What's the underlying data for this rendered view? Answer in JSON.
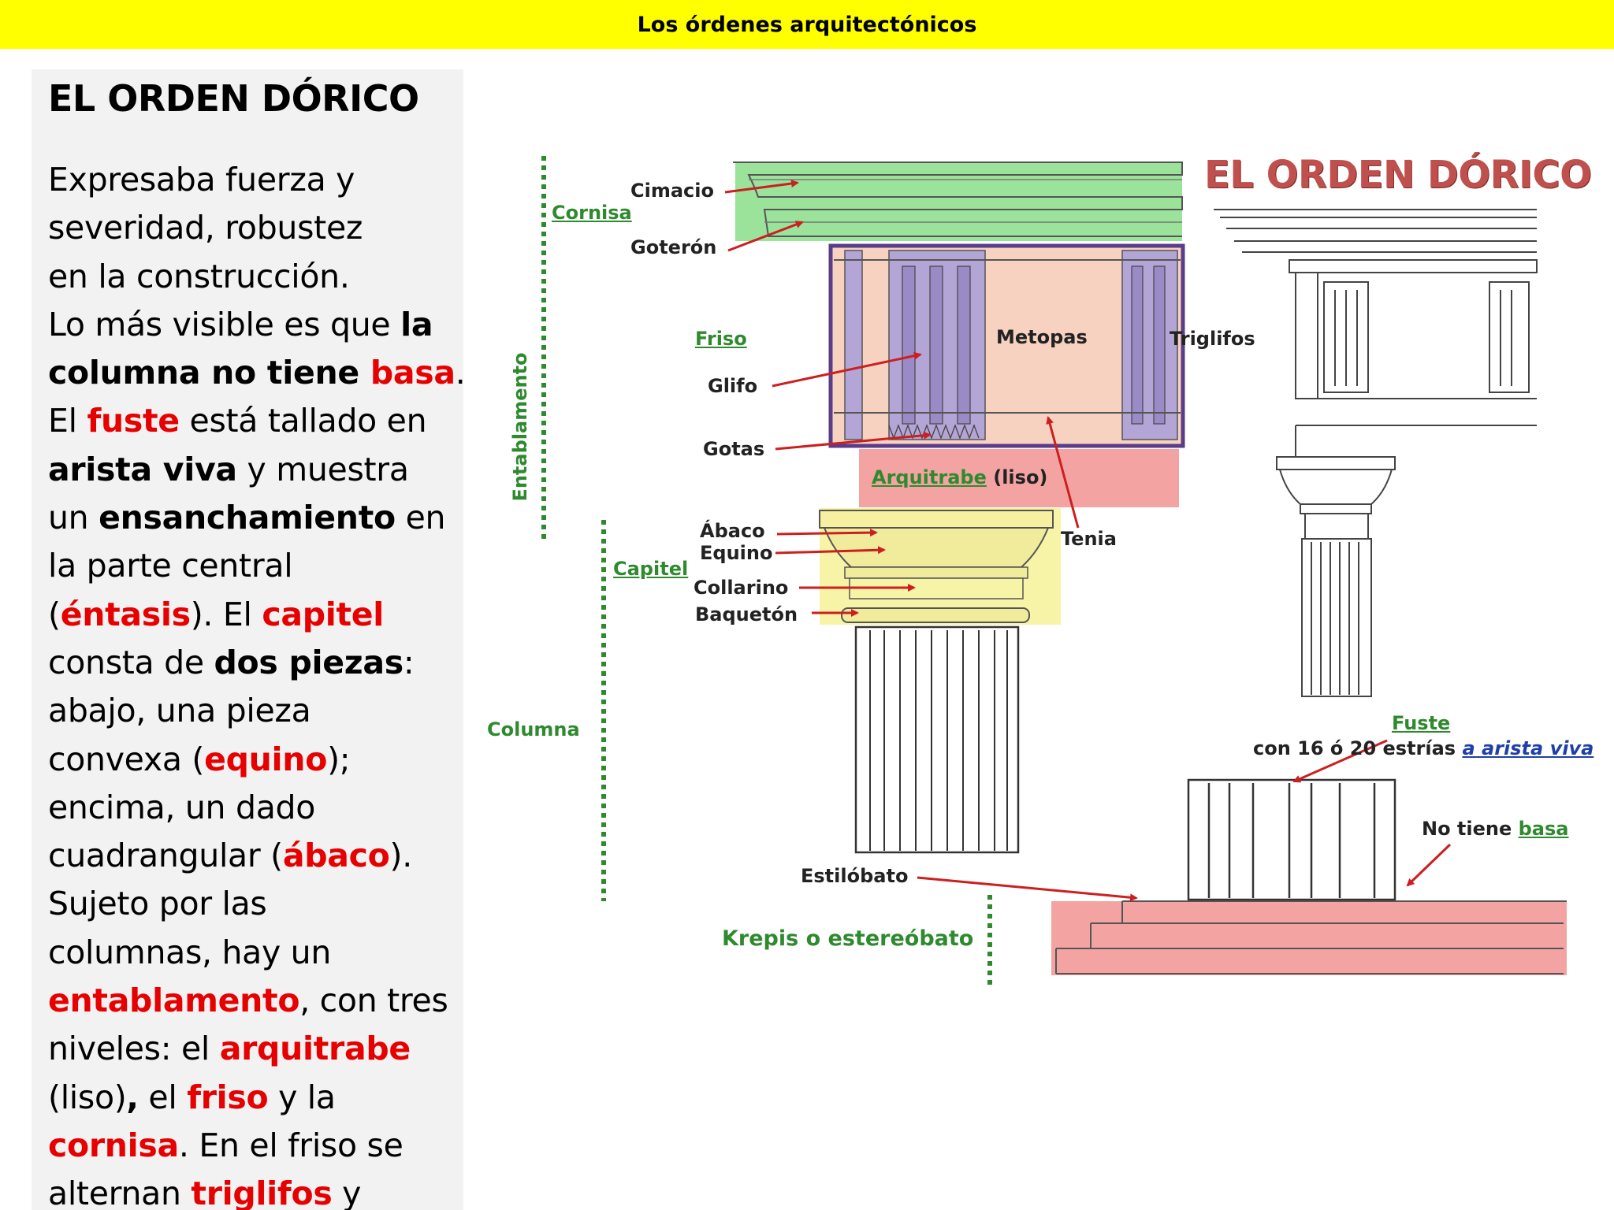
{
  "header": {
    "title": "Los órdenes arquitectónicos"
  },
  "panel": {
    "heading": "EL ORDEN DÓRICO",
    "lines": [
      [
        {
          "t": "Expresaba fuerza y",
          "s": ""
        }
      ],
      [
        {
          "t": "severidad, robustez",
          "s": ""
        }
      ],
      [
        {
          "t": "en la construcción.",
          "s": ""
        }
      ],
      [
        {
          "t": "Lo más visible es que ",
          "s": ""
        },
        {
          "t": "la",
          "s": "b"
        }
      ],
      [
        {
          "t": "columna no tiene ",
          "s": "b"
        },
        {
          "t": "basa",
          "s": "r"
        },
        {
          "t": ".",
          "s": ""
        }
      ],
      [
        {
          "t": "El ",
          "s": ""
        },
        {
          "t": "fuste",
          "s": "r"
        },
        {
          "t": " está tallado en",
          "s": ""
        }
      ],
      [
        {
          "t": "arista viva",
          "s": "b"
        },
        {
          "t": " y muestra",
          "s": ""
        }
      ],
      [
        {
          "t": "un ",
          "s": ""
        },
        {
          "t": "ensanchamiento",
          "s": "b"
        },
        {
          "t": " en",
          "s": ""
        }
      ],
      [
        {
          "t": "la parte central",
          "s": ""
        }
      ],
      [
        {
          "t": "(",
          "s": ""
        },
        {
          "t": "éntasis",
          "s": "r"
        },
        {
          "t": "). El ",
          "s": ""
        },
        {
          "t": "capitel",
          "s": "r"
        }
      ],
      [
        {
          "t": "consta de ",
          "s": ""
        },
        {
          "t": "dos piezas",
          "s": "b"
        },
        {
          "t": ":",
          "s": ""
        }
      ],
      [
        {
          "t": "abajo, una pieza",
          "s": ""
        }
      ],
      [
        {
          "t": "convexa (",
          "s": ""
        },
        {
          "t": "equino",
          "s": "r"
        },
        {
          "t": ");",
          "s": ""
        }
      ],
      [
        {
          "t": "encima, un dado",
          "s": ""
        }
      ],
      [
        {
          "t": "cuadrangular  (",
          "s": ""
        },
        {
          "t": "ábaco",
          "s": "r"
        },
        {
          "t": ").",
          "s": ""
        }
      ],
      [
        {
          "t": "Sujeto por las",
          "s": ""
        }
      ],
      [
        {
          "t": "columnas, hay un",
          "s": ""
        }
      ],
      [
        {
          "t": "entablamento",
          "s": "r"
        },
        {
          "t": ", con tres",
          "s": ""
        }
      ],
      [
        {
          "t": "niveles:  el ",
          "s": ""
        },
        {
          "t": "arquitrabe",
          "s": "r"
        }
      ],
      [
        {
          "t": "(liso)",
          "s": ""
        },
        {
          "t": ",",
          "s": "b"
        },
        {
          "t": " el ",
          "s": ""
        },
        {
          "t": "friso",
          "s": "r"
        },
        {
          "t": " y la",
          "s": ""
        }
      ],
      [
        {
          "t": "cornisa",
          "s": "r"
        },
        {
          "t": ". En el friso se",
          "s": ""
        }
      ],
      [
        {
          "t": "alternan ",
          "s": ""
        },
        {
          "t": "triglifos",
          "s": "r"
        },
        {
          "t": " y",
          "s": ""
        }
      ]
    ]
  },
  "diagram": {
    "title": "EL ORDEN DÓRICO",
    "labels": {
      "cimacio": "Cimacio",
      "cornisa": "Cornisa",
      "goteron": "Goterón",
      "friso": "Friso",
      "metopas": "Metopas",
      "triglifos": "Triglifos",
      "glifo": "Glifo",
      "gotas": "Gotas",
      "arquitrabe": "Arquitrabe",
      "liso": "(liso)",
      "entablamento": "Entablamento",
      "abaco": "Ábaco",
      "equino": "Equino",
      "tenia": "Tenia",
      "capitel": "Capitel",
      "collarino": "Collarino",
      "baqueton": "Baquetón",
      "columna": "Columna",
      "fuste": "Fuste",
      "fuste_desc": "con 16 ó 20 estrías ",
      "arista_viva": "a arista viva",
      "no_tiene": "No tiene ",
      "basa": "basa",
      "estilobato": "Estilóbato",
      "krepis": "Krepis o estereóbato"
    },
    "colors": {
      "cornisa": "#9be39b",
      "friso_frame": "#5a3d8a",
      "metopa": "#f7d2c0",
      "triglifo": "#b3a6d6",
      "arquitrabe": "#f4a3a3",
      "capitel": "#f7f4a8",
      "krepis": "#f4a3a3",
      "arrow": "#cc1f1f",
      "green_label": "#2f8a2f"
    }
  }
}
